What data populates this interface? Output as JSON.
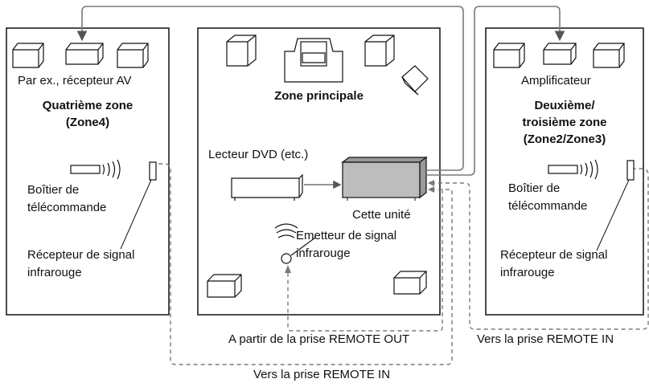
{
  "left_zone": {
    "device": "Par ex., récepteur AV",
    "title_line1": "Quatrième zone",
    "title_line2": "(Zone4)",
    "remote_line1": "Boîtier de",
    "remote_line2": "télécommande",
    "receiver_line1": "Récepteur de signal",
    "receiver_line2": "infrarouge"
  },
  "main_zone": {
    "title": "Zone principale",
    "dvd": "Lecteur DVD (etc.)",
    "unit": "Cette unité",
    "emitter_line1": "Emetteur de signal",
    "emitter_line2": "infrarouge"
  },
  "right_zone": {
    "device": "Amplificateur",
    "title_line1": "Deuxième/",
    "title_line2": "troisième zone",
    "title_line3": "(Zone2/Zone3)",
    "remote_line1": "Boîtier de",
    "remote_line2": "télécommande",
    "receiver_line1": "Récepteur de signal",
    "receiver_line2": "infrarouge"
  },
  "bottom": {
    "remote_out": "A partir de la prise REMOTE OUT",
    "remote_in_center": "Vers la prise REMOTE IN",
    "remote_in_right": "Vers la prise REMOTE IN"
  },
  "colors": {
    "line": "#111111",
    "connector": "#7a7a7a",
    "dashed": "#7a7a7a"
  }
}
